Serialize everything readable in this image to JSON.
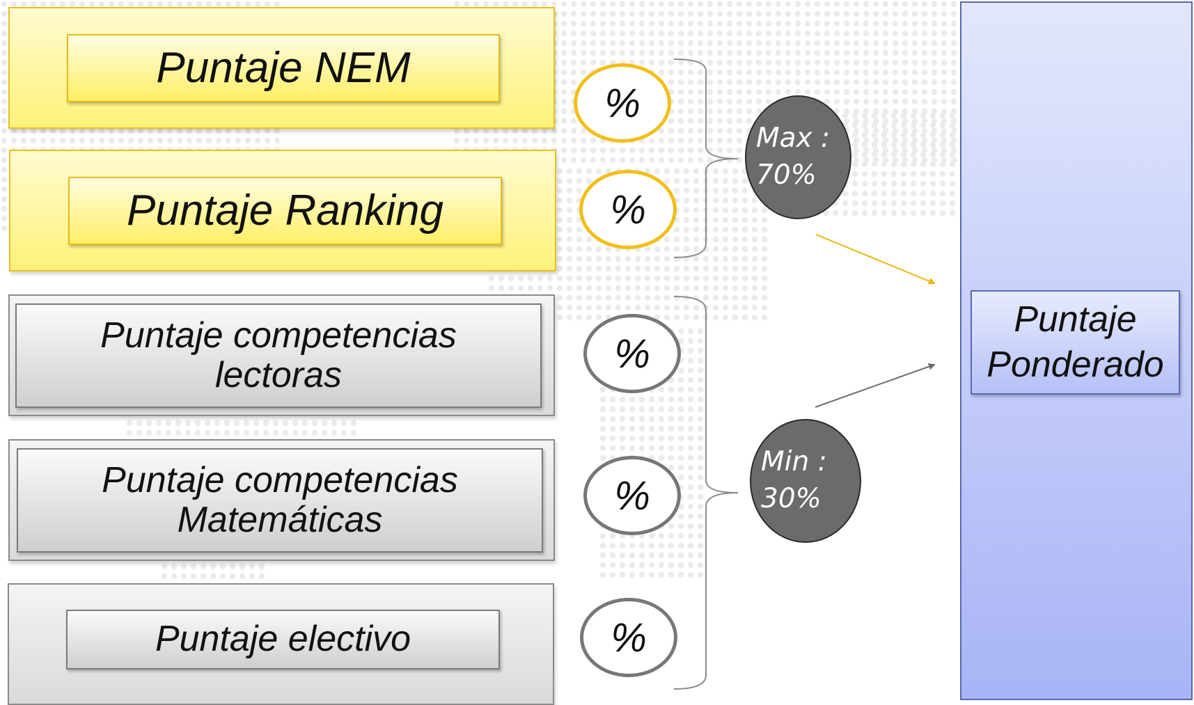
{
  "inputs": [
    {
      "label": "Puntaje NEM",
      "group": "yellow"
    },
    {
      "label": "Puntaje Ranking",
      "group": "yellow"
    },
    {
      "label": "Puntaje competencias lectoras",
      "group": "gray"
    },
    {
      "label": "Puntaje competencias Matemáticas",
      "group": "gray"
    },
    {
      "label": "Puntaje electivo",
      "group": "gray"
    }
  ],
  "percent_symbol": "%",
  "limits": {
    "max": "Max : 70%",
    "min": "Min : 30%"
  },
  "result": {
    "label": "Puntaje Ponderado"
  },
  "colors": {
    "yellow_accent": "#f2bf16",
    "gray_accent": "#777777",
    "limit_fill": "#6b6b6b",
    "result_fill": "#b5c0f6"
  }
}
